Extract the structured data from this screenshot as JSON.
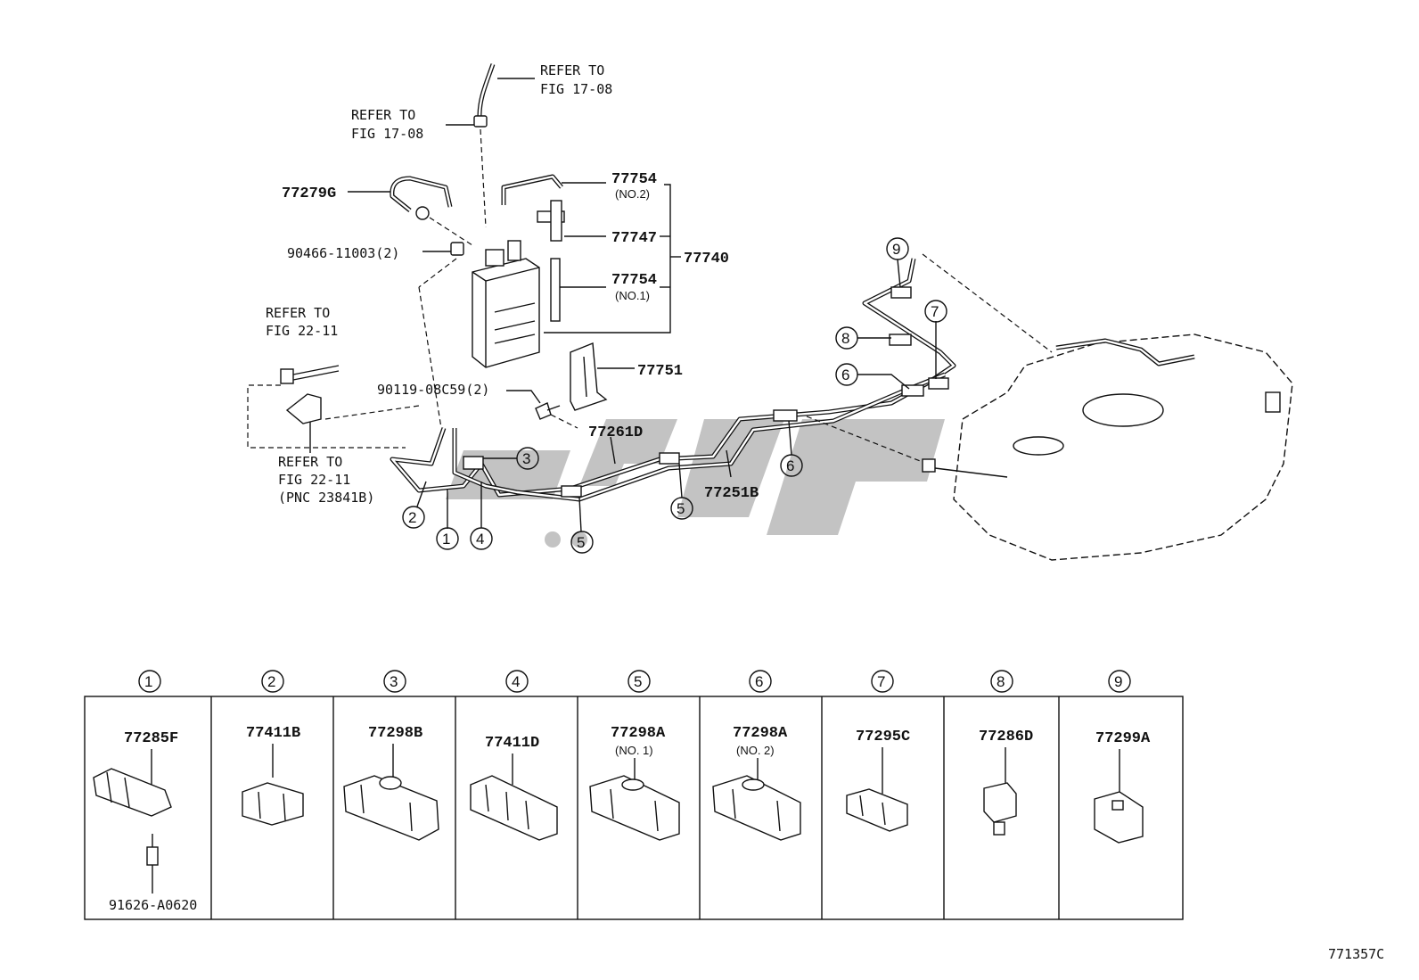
{
  "upper": {
    "refer_a_line1": "REFER TO",
    "refer_a_line2": "FIG 17-08",
    "refer_b_line1": "REFER TO",
    "refer_b_line2": "FIG 17-08",
    "refer_c_line1": "REFER TO",
    "refer_c_line2": "FIG 22-11",
    "refer_d_line1": "REFER TO",
    "refer_d_line2": "FIG 22-11",
    "refer_d_line3": "(PNC 23841B)",
    "pn_77279G": "77279G",
    "pn_90466": "90466-11003(2)",
    "pn_77754_no2": "77754",
    "sub_no2": "(NO.2)",
    "pn_77747": "77747",
    "pn_77740": "77740",
    "pn_77754_no1": "77754",
    "sub_no1": "(NO.1)",
    "pn_77751": "77751",
    "pn_90119": "90119-08C59(2)",
    "pn_77261D": "77261D",
    "pn_77251B": "77251B"
  },
  "callouts": [
    "1",
    "2",
    "3",
    "4",
    "5",
    "5",
    "6",
    "6",
    "7",
    "8",
    "9"
  ],
  "table": {
    "headers": [
      "1",
      "2",
      "3",
      "4",
      "5",
      "6",
      "7",
      "8",
      "9"
    ],
    "cells": [
      {
        "part": "77285F",
        "sub": "",
        "extra": "91626-A0620"
      },
      {
        "part": "77411B",
        "sub": "",
        "extra": ""
      },
      {
        "part": "77298B",
        "sub": "",
        "extra": ""
      },
      {
        "part": "77411D",
        "sub": "",
        "extra": ""
      },
      {
        "part": "77298A",
        "sub": "(NO. 1)",
        "extra": ""
      },
      {
        "part": "77298A",
        "sub": "(NO. 2)",
        "extra": ""
      },
      {
        "part": "77295C",
        "sub": "",
        "extra": ""
      },
      {
        "part": "77286D",
        "sub": "",
        "extra": ""
      },
      {
        "part": "77299A",
        "sub": "",
        "extra": ""
      }
    ]
  },
  "figure_code": "771357C"
}
